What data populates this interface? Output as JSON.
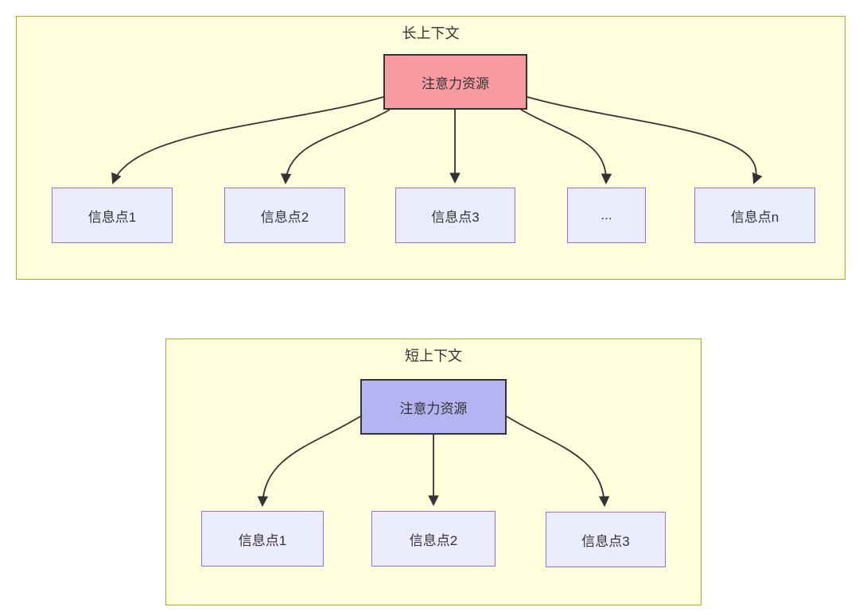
{
  "diagram_type": "flowchart",
  "colors": {
    "canvas_background": "#ffffff",
    "container_fill": "#ffffde",
    "container_border": "#aaaa33",
    "info_node_fill": "#ececff",
    "info_node_border": "#9370db",
    "root_node_border": "#333333",
    "long_context_root_fill": "#f79aa1",
    "short_context_root_fill": "#b4b4f2",
    "edge_color": "#333333",
    "text_color": "#333333"
  },
  "long_context": {
    "title": "长上下文",
    "root_label": "注意力资源",
    "children": [
      {
        "label": "信息点1"
      },
      {
        "label": "信息点2"
      },
      {
        "label": "信息点3"
      },
      {
        "label": "..."
      },
      {
        "label": "信息点n"
      }
    ]
  },
  "short_context": {
    "title": "短上下文",
    "root_label": "注意力资源",
    "children": [
      {
        "label": "信息点1"
      },
      {
        "label": "信息点2"
      },
      {
        "label": "信息点3"
      }
    ]
  }
}
